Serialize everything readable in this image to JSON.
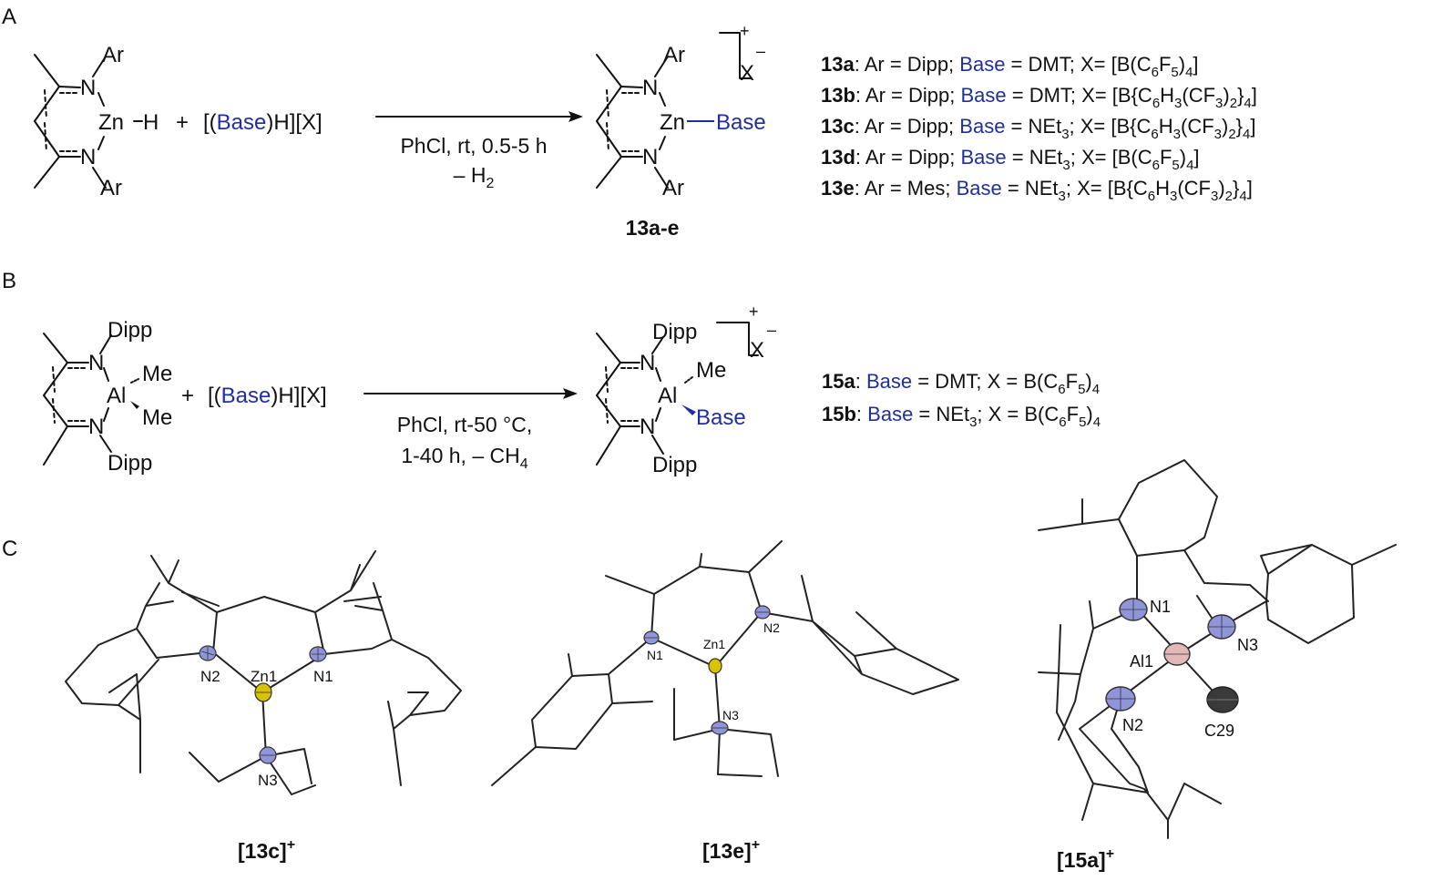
{
  "colors": {
    "base": "#1f2f9e",
    "nitrogen": "#8f95d8",
    "zinc": "#d9c200",
    "aluminium": "#e3b9b7",
    "carbon": "#3a3a3a"
  },
  "panels": {
    "a": "A",
    "b": "B",
    "c": "C"
  },
  "scheme_a": {
    "reactant": {
      "n": "N",
      "ar": "Ar",
      "zn": "Zn",
      "h": "H"
    },
    "plus": "+",
    "reagent": {
      "open": "[(",
      "base": "Base",
      "close": ")H][X]"
    },
    "conditions": {
      "line1": "PhCl, rt, 0.5-5 h",
      "line2_prefix": "– H",
      "line2_sub": "2"
    },
    "product": {
      "n": "N",
      "ar": "Ar",
      "zn": "Zn",
      "base": "Base",
      "charge_plus": "+",
      "charge_minus": "–",
      "counterion": "X"
    },
    "product_label": "13a-e",
    "list": [
      {
        "id": "13a",
        "rest": [
          ": Ar = Dipp; ",
          "|Base",
          " = DMT;   X= [B(C",
          "_6",
          "F",
          "_5",
          ")",
          "_4",
          "]"
        ]
      },
      {
        "id": "13b",
        "rest": [
          ": Ar = Dipp; ",
          "|Base",
          " = DMT;   X= [B{C",
          "_6",
          "H",
          "_3",
          "(CF",
          "_3",
          ")",
          "_2",
          "}",
          "_4",
          "]"
        ]
      },
      {
        "id": "13c",
        "rest": [
          ": Ar = Dipp; ",
          "|Base",
          " = NEt",
          "_3",
          ";  X= [B{C",
          "_6",
          "H",
          "_3",
          "(CF",
          "_3",
          ")",
          "_2",
          "}",
          "_4",
          "]"
        ]
      },
      {
        "id": "13d",
        "rest": [
          ": Ar = Dipp; ",
          "|Base",
          " = NEt",
          "_3",
          ";  X= [B(C",
          "_6",
          "F",
          "_5",
          ")",
          "_4",
          "]"
        ]
      },
      {
        "id": "13e",
        "rest": [
          ": Ar = Mes; ",
          "|Base",
          " = NEt",
          "_3",
          ";  X= [B{C",
          "_6",
          "H",
          "_3",
          "(CF",
          "_3",
          ")",
          "_2",
          "}",
          "_4",
          "]"
        ]
      }
    ]
  },
  "scheme_b": {
    "reactant": {
      "n": "N",
      "dipp": "Dipp",
      "al": "Al",
      "me": "Me"
    },
    "plus": "+",
    "reagent": {
      "open": "[(",
      "base": "Base",
      "close": ")H][X]"
    },
    "conditions": {
      "line1": "PhCl, rt-50 °C,",
      "line2_prefix": "1-40 h, – CH",
      "line2_sub": "4"
    },
    "product": {
      "n": "N",
      "dipp": "Dipp",
      "al": "Al",
      "me": "Me",
      "base": "Base",
      "charge_plus": "+",
      "charge_minus": "–",
      "counterion": "X"
    },
    "list": [
      {
        "id": "15a",
        "rest": [
          ": ",
          "|Base",
          " = DMT; X = B(C",
          "_6",
          "F",
          "_5",
          ")",
          "_4"
        ]
      },
      {
        "id": "15b",
        "rest": [
          ": ",
          "|Base",
          " = NEt",
          "_3",
          "; X = B(C",
          "_6",
          "F",
          "_5",
          ")",
          "_4"
        ]
      }
    ]
  },
  "panel_c": {
    "s1": {
      "atoms": {
        "zn1": "Zn1",
        "n1": "N1",
        "n2": "N2",
        "n3": "N3"
      },
      "label": "[13c]",
      "charge": "+"
    },
    "s2": {
      "atoms": {
        "zn1": "Zn1",
        "n1": "N1",
        "n2": "N2",
        "n3": "N3"
      },
      "label": "[13e]",
      "charge": "+"
    },
    "s3": {
      "atoms": {
        "al1": "Al1",
        "n1": "N1",
        "n2": "N2",
        "n3": "N3",
        "c29": "C29"
      },
      "label": "[15a]",
      "charge": "+"
    }
  }
}
